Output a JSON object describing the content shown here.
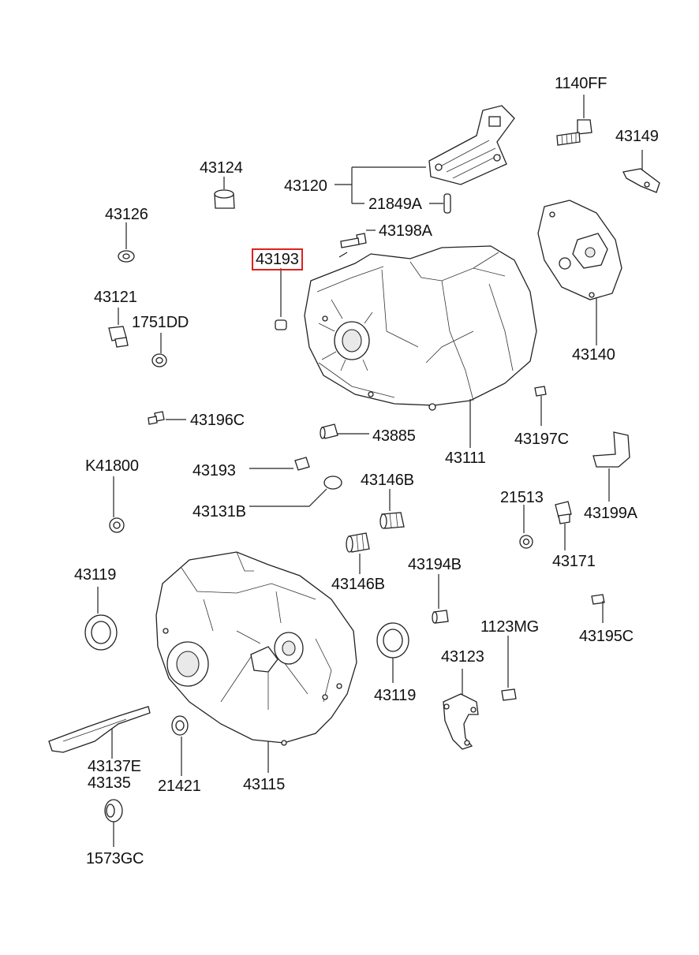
{
  "highlight_color": "#e0201b",
  "labels": {
    "p1140FF": "1140FF",
    "p43149": "43149",
    "p43124": "43124",
    "p43120": "43120",
    "p21849A": "21849A",
    "p43126": "43126",
    "p43198A": "43198A",
    "p43193_top": "43193",
    "p43121": "43121",
    "p1751DD": "1751DD",
    "p43140": "43140",
    "p43196C": "43196C",
    "p43885": "43885",
    "p43111": "43111",
    "p43197C": "43197C",
    "pK41800": "K41800",
    "p43193_mid": "43193",
    "p43146B_a": "43146B",
    "p21513": "21513",
    "p43131B": "43131B",
    "p43199A": "43199A",
    "p43146B_b": "43146B",
    "p43171": "43171",
    "p43119_left": "43119",
    "p43194B": "43194B",
    "p43195C": "43195C",
    "p1123MG": "1123MG",
    "p43123": "43123",
    "p43119_right": "43119",
    "p43137E": "43137E",
    "p43135": "43135",
    "p21421": "21421",
    "p43115": "43115",
    "p1573GC": "1573GC"
  }
}
